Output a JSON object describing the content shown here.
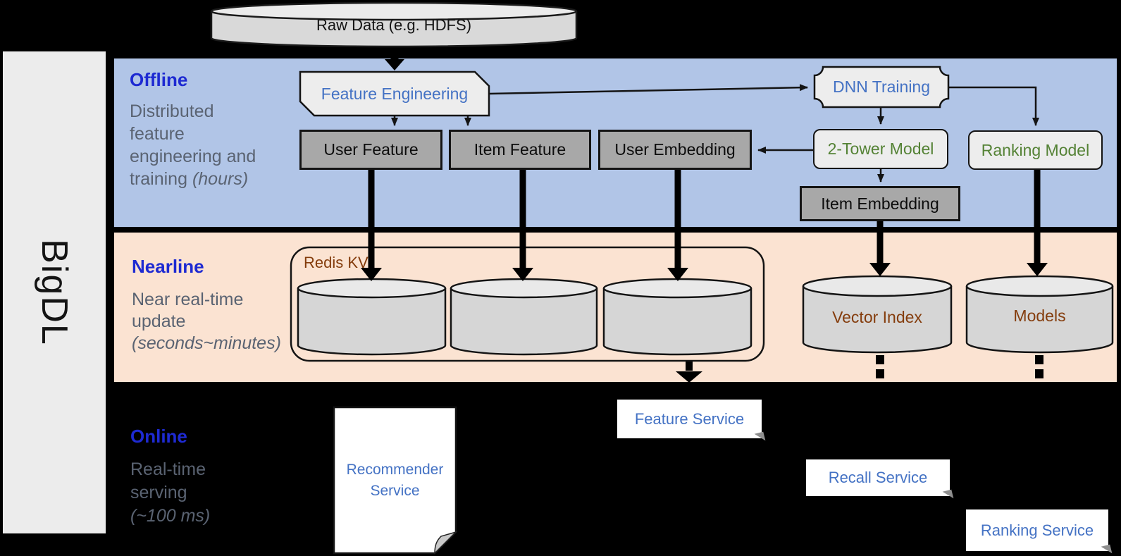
{
  "brand": {
    "label": "BigDL"
  },
  "source": {
    "label": "Raw Data (e.g. HDFS)"
  },
  "sections": {
    "offline": {
      "title": "Offline",
      "line1": "Distributed",
      "line2": "feature",
      "line3": "engineering and",
      "line4_normal": "training ",
      "line4_italic": "(hours)"
    },
    "nearline": {
      "title": "Nearline",
      "line1": "Near real-time",
      "line2": "update",
      "line3_italic": "(seconds~minutes)"
    },
    "online": {
      "title": "Online",
      "line1": "Real-time",
      "line2": "serving",
      "line3_italic": "(~100 ms)"
    }
  },
  "nodes": {
    "feature_engineering": "Feature Engineering",
    "dnn_training": "DNN Training",
    "user_feature": "User Feature",
    "item_feature": "Item Feature",
    "user_embedding": "User Embedding",
    "two_tower_model": "2-Tower Model",
    "ranking_model": "Ranking Model",
    "item_embedding": "Item Embedding",
    "redis_kv": "Redis KV",
    "vector_index": "Vector Index",
    "models": "Models",
    "feature_service": "Feature Service",
    "recall_service": "Recall Service",
    "ranking_service": "Ranking Service",
    "recommender_service_line1": "Recommender",
    "recommender_service_line2": "Service"
  },
  "colors": {
    "band-blue": "#b1c5e7",
    "band-peach": "#fbe3d2",
    "bar-fill": "#ececec",
    "light-fill": "#ededed",
    "dark-fill": "#a8a8a8",
    "cyl-body": "#d6d6d6",
    "cyl-top": "#e9e9e9",
    "heading-blue": "#1e2ad2",
    "body-gray": "#5a6372",
    "node-blue": "#4472c4",
    "green": "#548235",
    "brown": "#843c0c"
  }
}
